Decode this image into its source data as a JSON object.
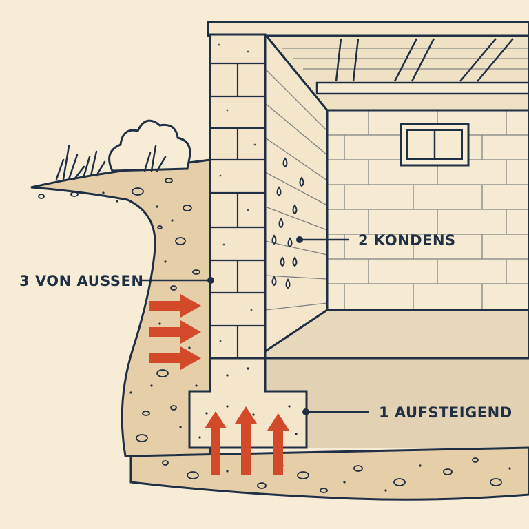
{
  "labels": {
    "rising": "1 AUFSTEIGEND",
    "condensation": "2 KONDENS",
    "outside": "3 VON AUSSEN"
  },
  "colors": {
    "background": "#f7ecd6",
    "ink": "#1f2f44",
    "soil": "#e6cfa8",
    "block": "#f3e6cb",
    "wall_interior": "#f5ebd2",
    "floor": "#e8d9bc",
    "arrow": "#d24a2a"
  },
  "icons": {
    "moisture_arrows": "arrow-right-icon",
    "rising_arrows": "arrow-up-icon",
    "droplets": "water-drop-icon",
    "window": "window-icon"
  }
}
